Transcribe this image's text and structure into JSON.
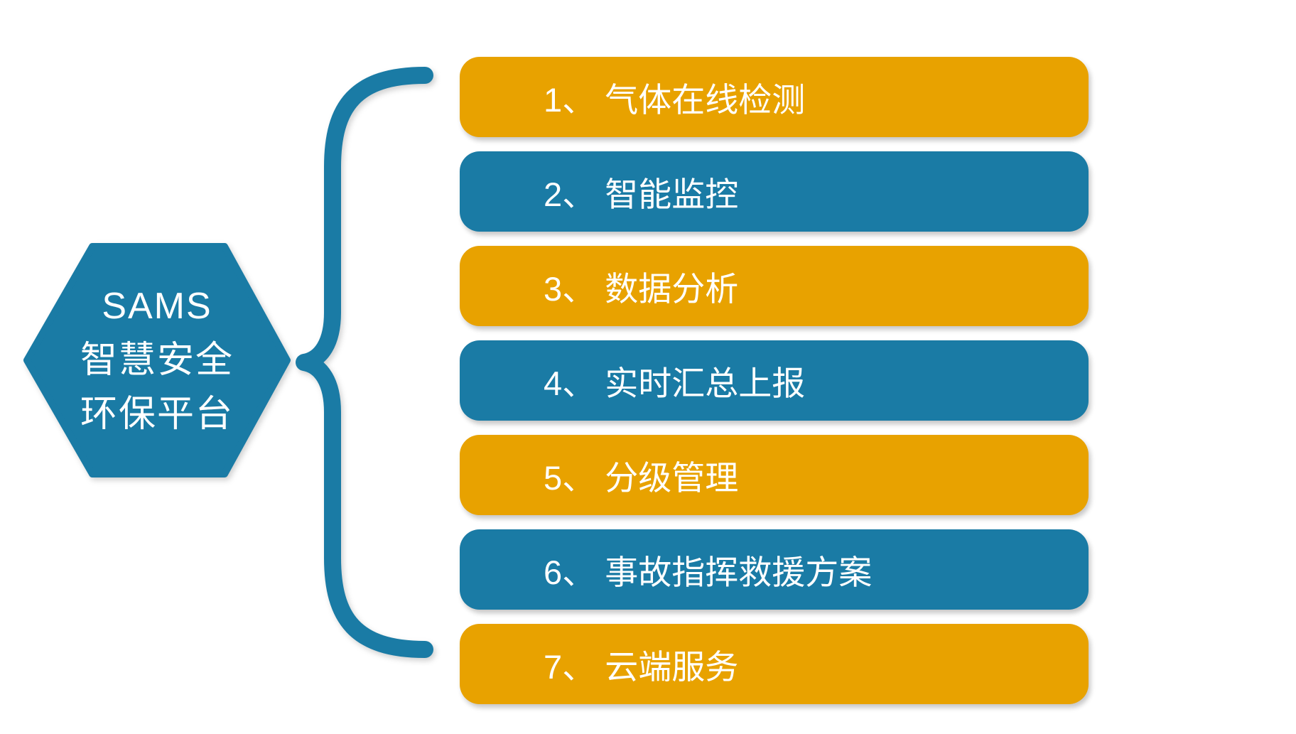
{
  "colors": {
    "blue": "#1A7BA5",
    "orange": "#E8A200",
    "text": "#FFFFFF",
    "background": "#FFFFFF"
  },
  "hexagon": {
    "lines": [
      "SAMS",
      "智慧安全",
      "环保平台"
    ]
  },
  "bars": [
    {
      "label": "1、 气体在线检测"
    },
    {
      "label": "2、 智能监控"
    },
    {
      "label": "3、 数据分析"
    },
    {
      "label": "4、 实时汇总上报"
    },
    {
      "label": "5、 分级管理"
    },
    {
      "label": "6、 事故指挥救援方案"
    },
    {
      "label": "7、 云端服务"
    }
  ]
}
